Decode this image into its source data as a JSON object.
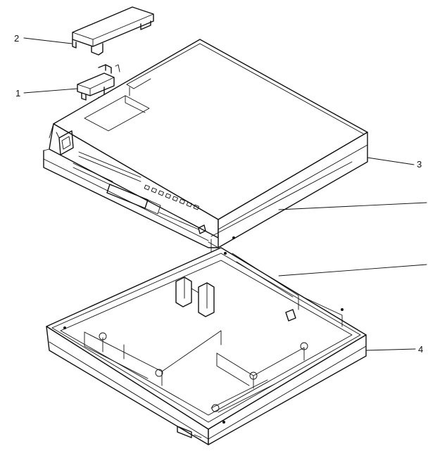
{
  "diagram": {
    "callouts": [
      {
        "id": "callout-2",
        "number": "2"
      },
      {
        "id": "callout-1",
        "number": "1"
      },
      {
        "id": "callout-3",
        "number": "3"
      },
      {
        "id": "callout-4",
        "number": "4"
      }
    ]
  },
  "colors": {
    "line": "#111111",
    "background": "#ffffff"
  }
}
